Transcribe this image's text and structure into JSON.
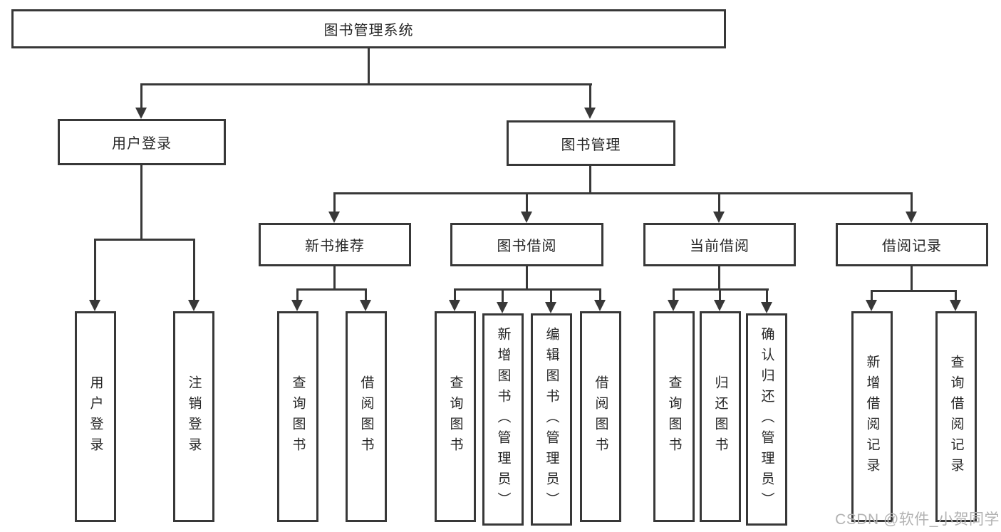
{
  "diagram": {
    "title": "图书管理系统",
    "level2": [
      {
        "label": "用户登录"
      },
      {
        "label": "图书管理"
      }
    ],
    "level3": [
      {
        "label": "新书推荐",
        "parent": "图书管理"
      },
      {
        "label": "图书借阅",
        "parent": "图书管理"
      },
      {
        "label": "当前借阅",
        "parent": "图书管理"
      },
      {
        "label": "借阅记录",
        "parent": "图书管理"
      }
    ],
    "leaves": [
      {
        "label": "用户登录",
        "parent": "用户登录"
      },
      {
        "label": "注销登录",
        "parent": "用户登录"
      },
      {
        "label": "查询图书",
        "parent": "新书推荐"
      },
      {
        "label": "借阅图书",
        "parent": "新书推荐"
      },
      {
        "label": "查询图书",
        "parent": "图书借阅"
      },
      {
        "label": "新增图书（管理员）",
        "parent": "图书借阅"
      },
      {
        "label": "编辑图书（管理员）",
        "parent": "图书借阅"
      },
      {
        "label": "借阅图书",
        "parent": "图书借阅"
      },
      {
        "label": "查询图书",
        "parent": "当前借阅"
      },
      {
        "label": "归还图书",
        "parent": "当前借阅"
      },
      {
        "label": "确认归还（管理员）",
        "parent": "当前借阅"
      },
      {
        "label": "新增借阅记录",
        "parent": "借阅记录"
      },
      {
        "label": "查询借阅记录",
        "parent": "借阅记录"
      }
    ]
  },
  "watermark": {
    "text": "CSDN @软件_小贺同学"
  },
  "colors": {
    "line": "#383838",
    "text": "#262626",
    "box_background": "#ffffff",
    "page_background": "#ffffff",
    "watermark": "#b2b2b2"
  }
}
